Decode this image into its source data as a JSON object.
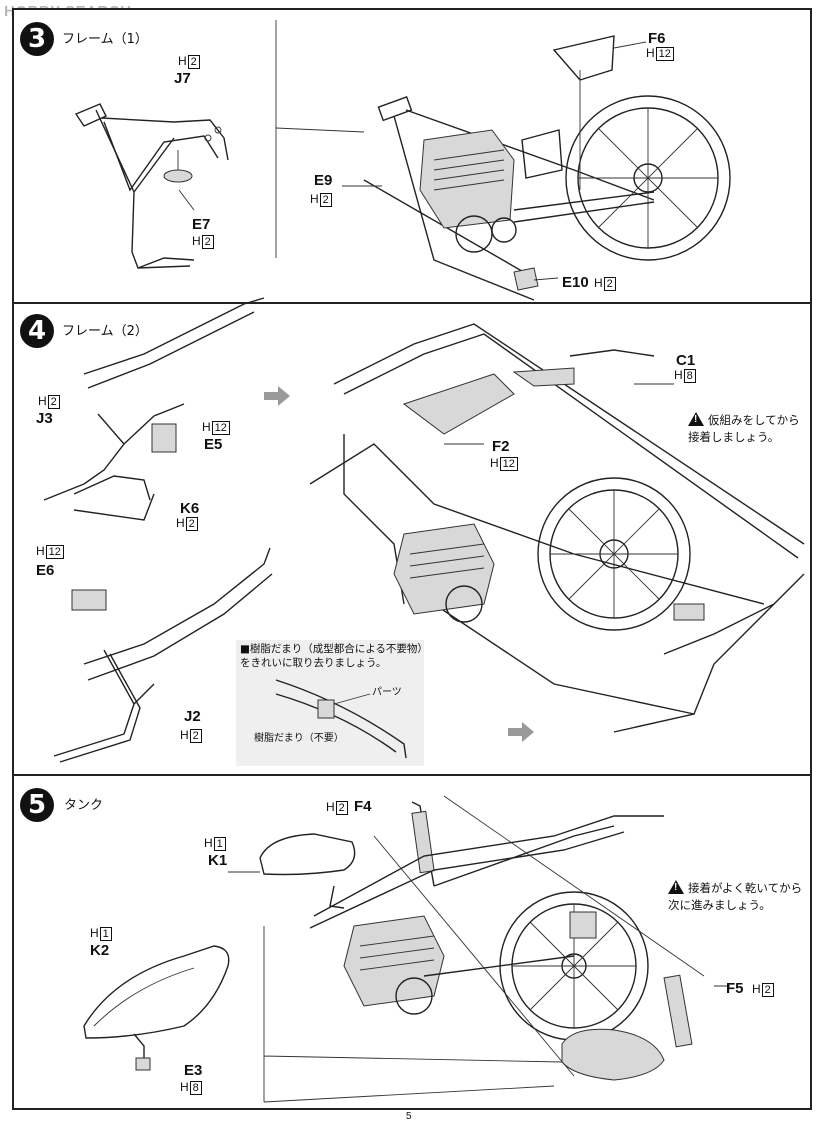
{
  "watermark": "HOBBY SEARCH",
  "page_number": "5",
  "steps": [
    {
      "number": "3",
      "title": "フレーム（1）"
    },
    {
      "number": "4",
      "title": "フレーム（2）"
    },
    {
      "number": "5",
      "title": "タンク"
    }
  ],
  "step3": {
    "parts": [
      {
        "code": "J7",
        "qty_prefix": "H",
        "qty": "2"
      },
      {
        "code": "E7",
        "qty_prefix": "H",
        "qty": "2"
      },
      {
        "code": "F6",
        "qty_prefix": "H",
        "qty": "12"
      },
      {
        "code": "E9",
        "qty_prefix": "H",
        "qty": "2"
      },
      {
        "code": "E10",
        "qty_prefix": "H",
        "qty": "2"
      }
    ]
  },
  "step4": {
    "parts": [
      {
        "code": "J3",
        "qty_prefix": "H",
        "qty": "2"
      },
      {
        "code": "E5",
        "qty_prefix": "H",
        "qty": "12"
      },
      {
        "code": "K6",
        "qty_prefix": "H",
        "qty": "2"
      },
      {
        "code": "E6",
        "qty_prefix": "H",
        "qty": "12"
      },
      {
        "code": "J2",
        "qty_prefix": "H",
        "qty": "2"
      },
      {
        "code": "C1",
        "qty_prefix": "H",
        "qty": "8"
      },
      {
        "code": "F2",
        "qty_prefix": "H",
        "qty": "12"
      }
    ],
    "warning": [
      "仮組みをしてから",
      "接着しましょう。"
    ],
    "callout": {
      "title": "■樹脂だまり（成型都合による不要物）",
      "title2": "をきれいに取り去りましょう。",
      "part_label": "パーツ",
      "resin_label": "樹脂だまり（不要）"
    }
  },
  "step5": {
    "parts": [
      {
        "code": "F4",
        "qty_prefix": "H",
        "qty": "2"
      },
      {
        "code": "K1",
        "qty_prefix": "H",
        "qty": "1"
      },
      {
        "code": "K2",
        "qty_prefix": "H",
        "qty": "1"
      },
      {
        "code": "E3",
        "qty_prefix": "H",
        "qty": "8"
      },
      {
        "code": "F5",
        "qty_prefix": "H",
        "qty": "2"
      }
    ],
    "warning": [
      "接着がよく乾いてから",
      "次に進みましょう。"
    ]
  }
}
